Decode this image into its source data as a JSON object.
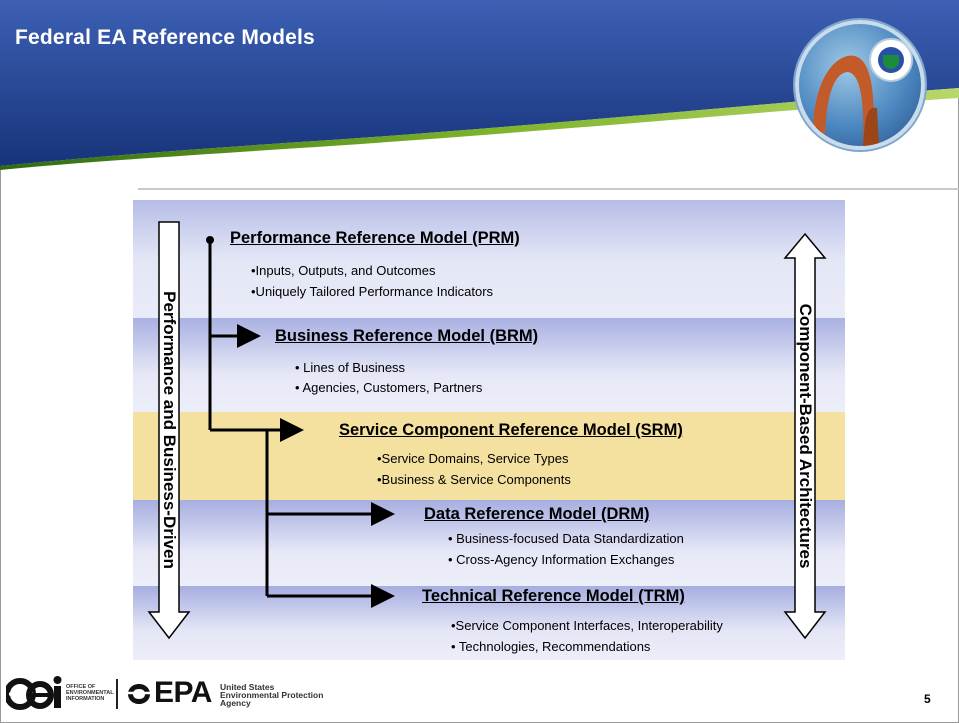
{
  "slide": {
    "title": "Federal EA Reference Models",
    "page_number": "5"
  },
  "diagram": {
    "left_axis_label": "Performance and Business-Driven",
    "right_axis_label": "Component-Based Architectures",
    "models": [
      {
        "title": "Performance Reference Model (PRM)",
        "bullets": [
          "•Inputs, Outputs, and Outcomes",
          "•Uniquely Tailored Performance Indicators"
        ]
      },
      {
        "title": "Business Reference Model (BRM)",
        "bullets": [
          "• Lines of Business",
          "• Agencies, Customers, Partners"
        ]
      },
      {
        "title": "Service Component Reference Model (SRM)",
        "bullets": [
          "•Service Domains, Service Types",
          "•Business & Service Components"
        ]
      },
      {
        "title": "Data Reference Model (DRM)",
        "bullets": [
          "• Business-focused Data Standardization",
          "• Cross-Agency Information Exchanges"
        ]
      },
      {
        "title": "Technical Reference Model (TRM)",
        "bullets": [
          "•Service Component Interfaces, Interoperability",
          "• Technologies, Recommendations"
        ]
      }
    ]
  },
  "footer": {
    "oei_logo_text": "OFFICE OF ENVIRONMENTAL INFORMATION",
    "epa_wordmark": "EPA",
    "epa_agency_text": [
      "United States",
      "Environmental Protection",
      "Agency"
    ]
  },
  "colors": {
    "header_blue_dark": "#1d3a86",
    "header_blue_light": "#3f63b8",
    "green_swoosh": "#6ea61e",
    "srm_band": "#f4e1a0",
    "band_blue": "#b6bde6"
  },
  "icons": [
    "arch-seal-icon",
    "epa-logo-icon",
    "oei-logo-icon"
  ]
}
